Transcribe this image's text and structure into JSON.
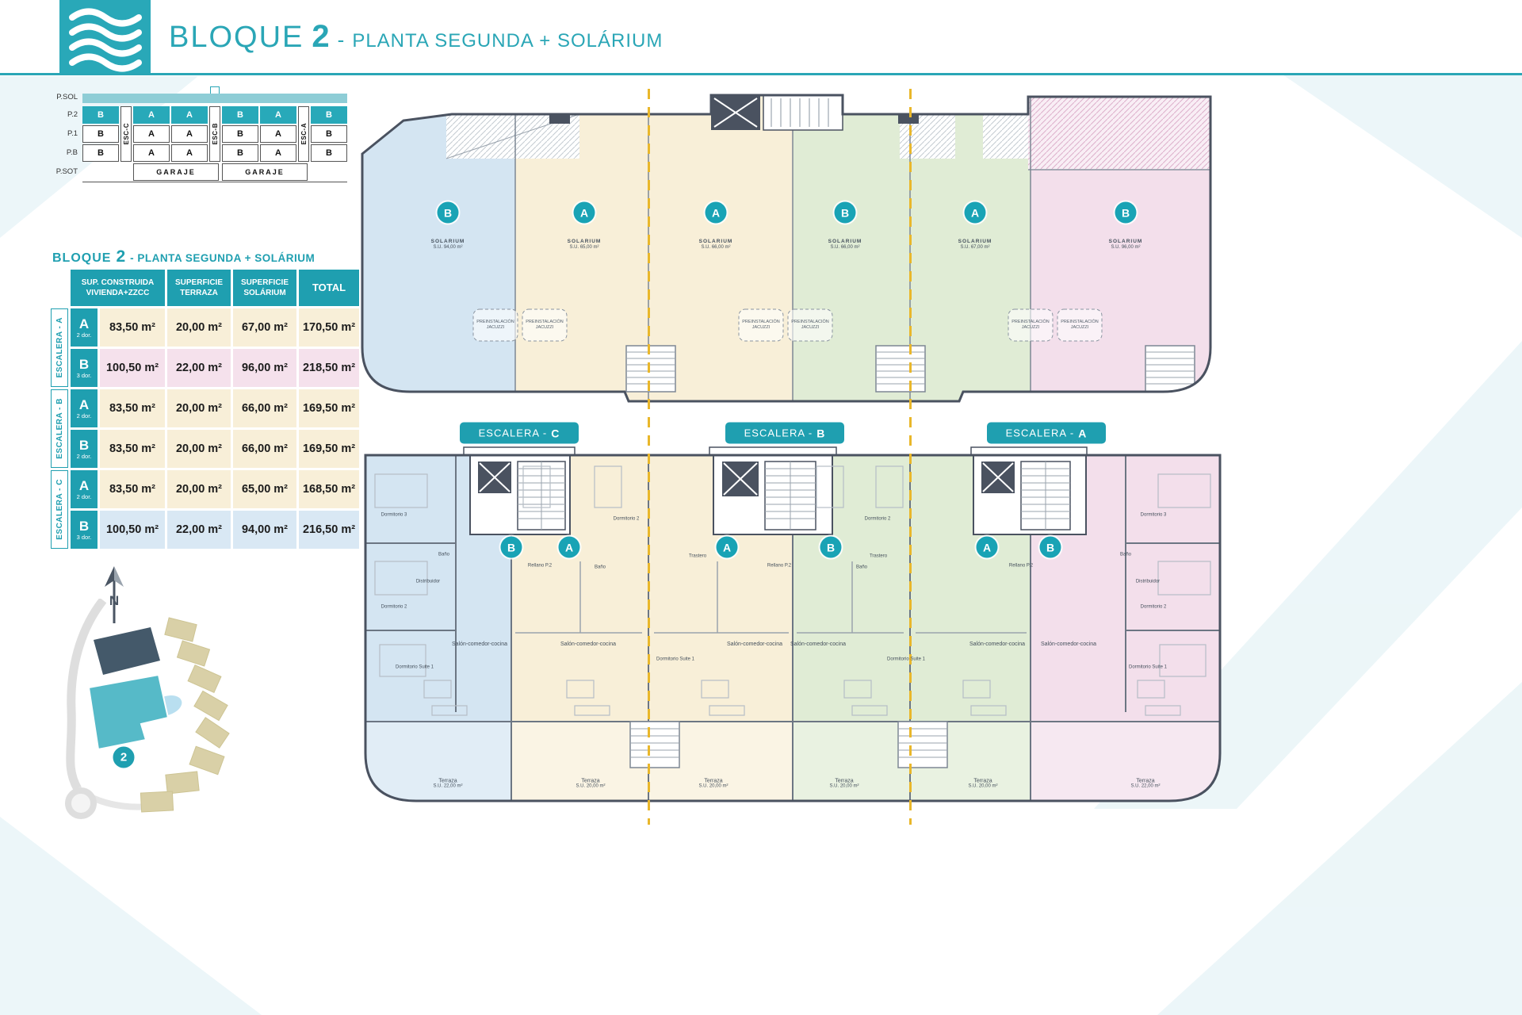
{
  "header": {
    "title_word": "BLOQUE",
    "title_number": "2",
    "title_separator": "-",
    "title_rest": "PLANTA SEGUNDA + SOLÁRIUM"
  },
  "section_diagram": {
    "floor_labels": [
      "P.SOL",
      "P.2",
      "P.1",
      "P.B",
      "P.SOT"
    ],
    "rows": {
      "p2": [
        "B",
        "A",
        "A",
        "B",
        "A",
        "B"
      ],
      "p1": [
        "B",
        "A",
        "A",
        "B",
        "A",
        "B"
      ],
      "pb": [
        "B",
        "A",
        "A",
        "B",
        "A",
        "B"
      ]
    },
    "esc_labels": [
      "ESC-C",
      "ESC-B",
      "ESC-A"
    ],
    "garaje": "GARAJE"
  },
  "table": {
    "title_word": "BLOQUE",
    "title_number": "2",
    "title_rest": "- PLANTA SEGUNDA + SOLÁRIUM",
    "headers": [
      {
        "l1": "SUP. CONSTRUIDA",
        "l2": "VIVIENDA+ZZCC"
      },
      {
        "l1": "SUPERFICIE",
        "l2": "TERRAZA"
      },
      {
        "l1": "SUPERFICIE",
        "l2": "SOLÁRIUM"
      },
      {
        "l1": "TOTAL",
        "l2": ""
      }
    ],
    "groups": [
      {
        "label": "ESCALERA - A",
        "rows": [
          {
            "unit": "A",
            "dorms": "2 dor.",
            "values": [
              "83,50 m²",
              "20,00 m²",
              "67,00 m²",
              "170,50 m²"
            ]
          },
          {
            "unit": "B",
            "dorms": "3 dor.",
            "values": [
              "100,50 m²",
              "22,00 m²",
              "96,00 m²",
              "218,50 m²"
            ]
          }
        ]
      },
      {
        "label": "ESCALERA - B",
        "rows": [
          {
            "unit": "A",
            "dorms": "2 dor.",
            "values": [
              "83,50 m²",
              "20,00 m²",
              "66,00 m²",
              "169,50 m²"
            ]
          },
          {
            "unit": "B",
            "dorms": "2 dor.",
            "values": [
              "83,50 m²",
              "20,00 m²",
              "66,00 m²",
              "169,50 m²"
            ]
          }
        ]
      },
      {
        "label": "ESCALERA - C",
        "rows": [
          {
            "unit": "A",
            "dorms": "2 dor.",
            "values": [
              "83,50 m²",
              "20,00 m²",
              "65,00 m²",
              "168,50 m²"
            ]
          },
          {
            "unit": "B",
            "dorms": "3 dor.",
            "values": [
              "100,50 m²",
              "22,00 m²",
              "94,00 m²",
              "216,50 m²"
            ]
          }
        ]
      }
    ]
  },
  "plans": {
    "solarium": {
      "solarium_label": "SOLARIUM",
      "jacuzzi_label": "PREINSTALACIÓN JACUZZI",
      "units": [
        {
          "letter": "B",
          "area": "S.U. 94,00 m²"
        },
        {
          "letter": "A",
          "area": "S.U. 65,00 m²"
        },
        {
          "letter": "A",
          "area": "S.U. 66,00 m²"
        },
        {
          "letter": "B",
          "area": "S.U. 66,00 m²"
        },
        {
          "letter": "A",
          "area": "S.U. 67,00 m²"
        },
        {
          "letter": "B",
          "area": "S.U. 96,00 m²"
        }
      ]
    },
    "planta": {
      "escaleras": [
        {
          "prefix": "ESCALERA -",
          "letter": "C"
        },
        {
          "prefix": "ESCALERA -",
          "letter": "B"
        },
        {
          "prefix": "ESCALERA -",
          "letter": "A"
        }
      ],
      "units": [
        "B",
        "A",
        "A",
        "B",
        "A",
        "B"
      ],
      "rooms": {
        "salon": "Salón-comedor-cocina",
        "suite": "Dormitorio Suite 1",
        "dorm2": "Dormitorio 2",
        "dorm3": "Dormitorio 3",
        "bano": "Baño",
        "distribuidor": "Distribuidor",
        "rellano": "Rellano P.2",
        "terraza": "Terraza",
        "trastero": "Trastero"
      },
      "terrazas": [
        "S.U. 22,00 m²",
        "S.U. 20,00 m²",
        "S.U. 20,00 m²",
        "S.U. 20,00 m²",
        "S.U. 20,00 m²",
        "S.U. 22,00 m²"
      ]
    }
  },
  "site_map": {
    "building_number": "2"
  },
  "compass": {
    "label": "N"
  },
  "colors": {
    "teal": "#1f9fb0",
    "wall": "#4a5260",
    "unit_blue": "#d4e5f2",
    "unit_cream": "#f8efd8",
    "unit_green": "#e0ecd5",
    "unit_pink": "#f3dfeb",
    "dashed_yellow": "#e9b72b"
  }
}
